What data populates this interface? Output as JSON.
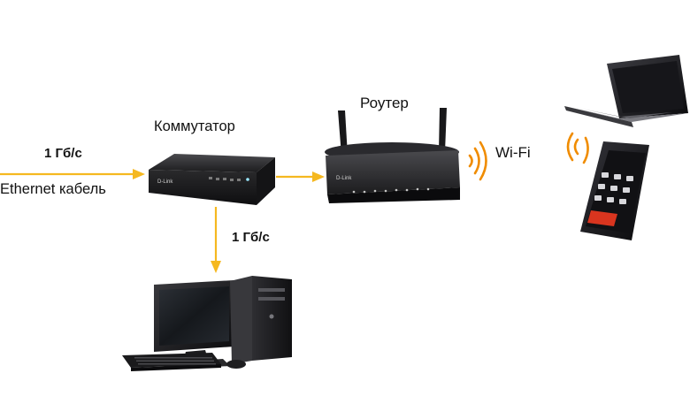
{
  "labels": {
    "input_speed": "1 Гб/с",
    "ethernet": "Ethernet кабель",
    "switch": "Коммутатор",
    "router": "Роутер",
    "wifi": "Wi-Fi",
    "pc_speed": "1 Гб/с",
    "switch_brand": "D-Link",
    "router_brand": "D-Link"
  },
  "colors": {
    "arrow": "#f5b820",
    "wifi_waves": "#f08c00",
    "device_dark": "#1d1d1f"
  },
  "icons": {
    "switch": "network-switch-icon",
    "router": "wifi-router-icon",
    "pc": "desktop-computer-icon",
    "laptop": "laptop-icon",
    "phone": "smartphone-icon",
    "wifi": "wifi-signal-icon"
  }
}
